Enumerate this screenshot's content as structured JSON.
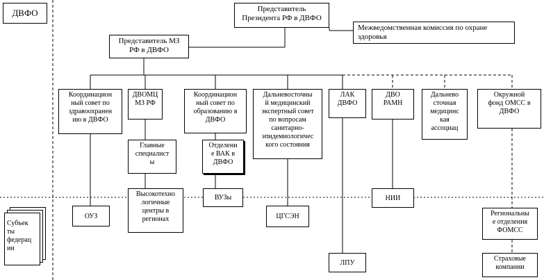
{
  "corner_label": "ДВФО",
  "boxes": {
    "president": "Представитель\nПрезидента РФ в ДВФО",
    "commission": "Межведомственная комиссия по охране\nздоровья",
    "mz_rep": "Представитель МЗ\nРФ в ДВФО",
    "coord_health": "Координацион\nный совет по\nздравоохранен\nию в ДВФО",
    "dvomc": "ДВОМЦ\nМЗ РФ",
    "coord_edu": "Координацион\nный совет по\nобразованию в\nДВФО",
    "expert": "Дальневосточны\nй медицинский\nэкспертный совет\nпо вопросам\nсанитарно-\nэпидемиологичес\nкого состояния",
    "lak": "ЛАК\nДВФО",
    "dvo_ramn": "ДВО\nРАМН",
    "med_assoc": "Дальнево\nсточная\nмедицинс\nкая\nассоциац",
    "foms": "Окружной\nфонд ОМСС в\nДВФО",
    "chief_spec": "Главные\nспециалист\nы",
    "vak": "Отделени\nе ВАК в\nДВФО",
    "hightech": "Высокотехно\nлогичные\nцентры в\nрегионах",
    "universities": "ВУЗы",
    "nii": "НИИ",
    "ouz": "ОУЗ",
    "cgsen": "ЦГСЭН",
    "regional_foms": "Региональны\nе отделения\nФОМСС",
    "lpu": "ЛПУ",
    "insurance": "Страховые\nкомпании"
  },
  "subjects_label": "Субъек\nты\nфедерац\nии"
}
